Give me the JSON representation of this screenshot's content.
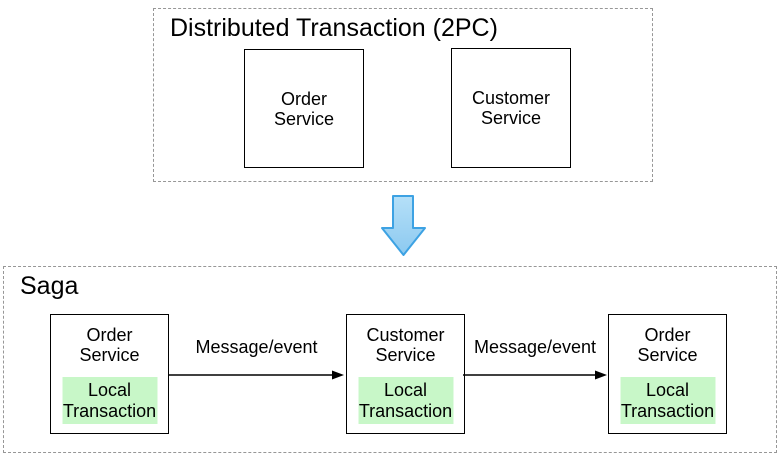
{
  "top_section": {
    "title": "Distributed Transaction (2PC)",
    "boxes": [
      {
        "label": [
          "Order",
          "Service"
        ]
      },
      {
        "label": [
          "Customer",
          "Service"
        ]
      }
    ]
  },
  "transition": {
    "icon": "down-arrow-icon"
  },
  "bottom_section": {
    "title": "Saga",
    "nodes": [
      {
        "service": [
          "Order",
          "Service"
        ],
        "local": [
          "Local",
          "Transaction"
        ]
      },
      {
        "service": [
          "Customer",
          "Service"
        ],
        "local": [
          "Local",
          "Transaction"
        ]
      },
      {
        "service": [
          "Order",
          "Service"
        ],
        "local": [
          "Local",
          "Transaction"
        ]
      }
    ],
    "edges": [
      {
        "label": "Message/event"
      },
      {
        "label": "Message/event"
      }
    ]
  },
  "colors": {
    "dashed_frame_border": "#979797",
    "solid_box_border": "#000000",
    "local_transaction_fill": "#c8f7c8",
    "down_arrow_fill_top": "#b5e0f8",
    "down_arrow_fill_bottom": "#8cc9f0",
    "down_arrow_stroke": "#3da2e3",
    "edge_arrow_color": "#000000",
    "text_color": "#000000",
    "background": "#ffffff"
  }
}
